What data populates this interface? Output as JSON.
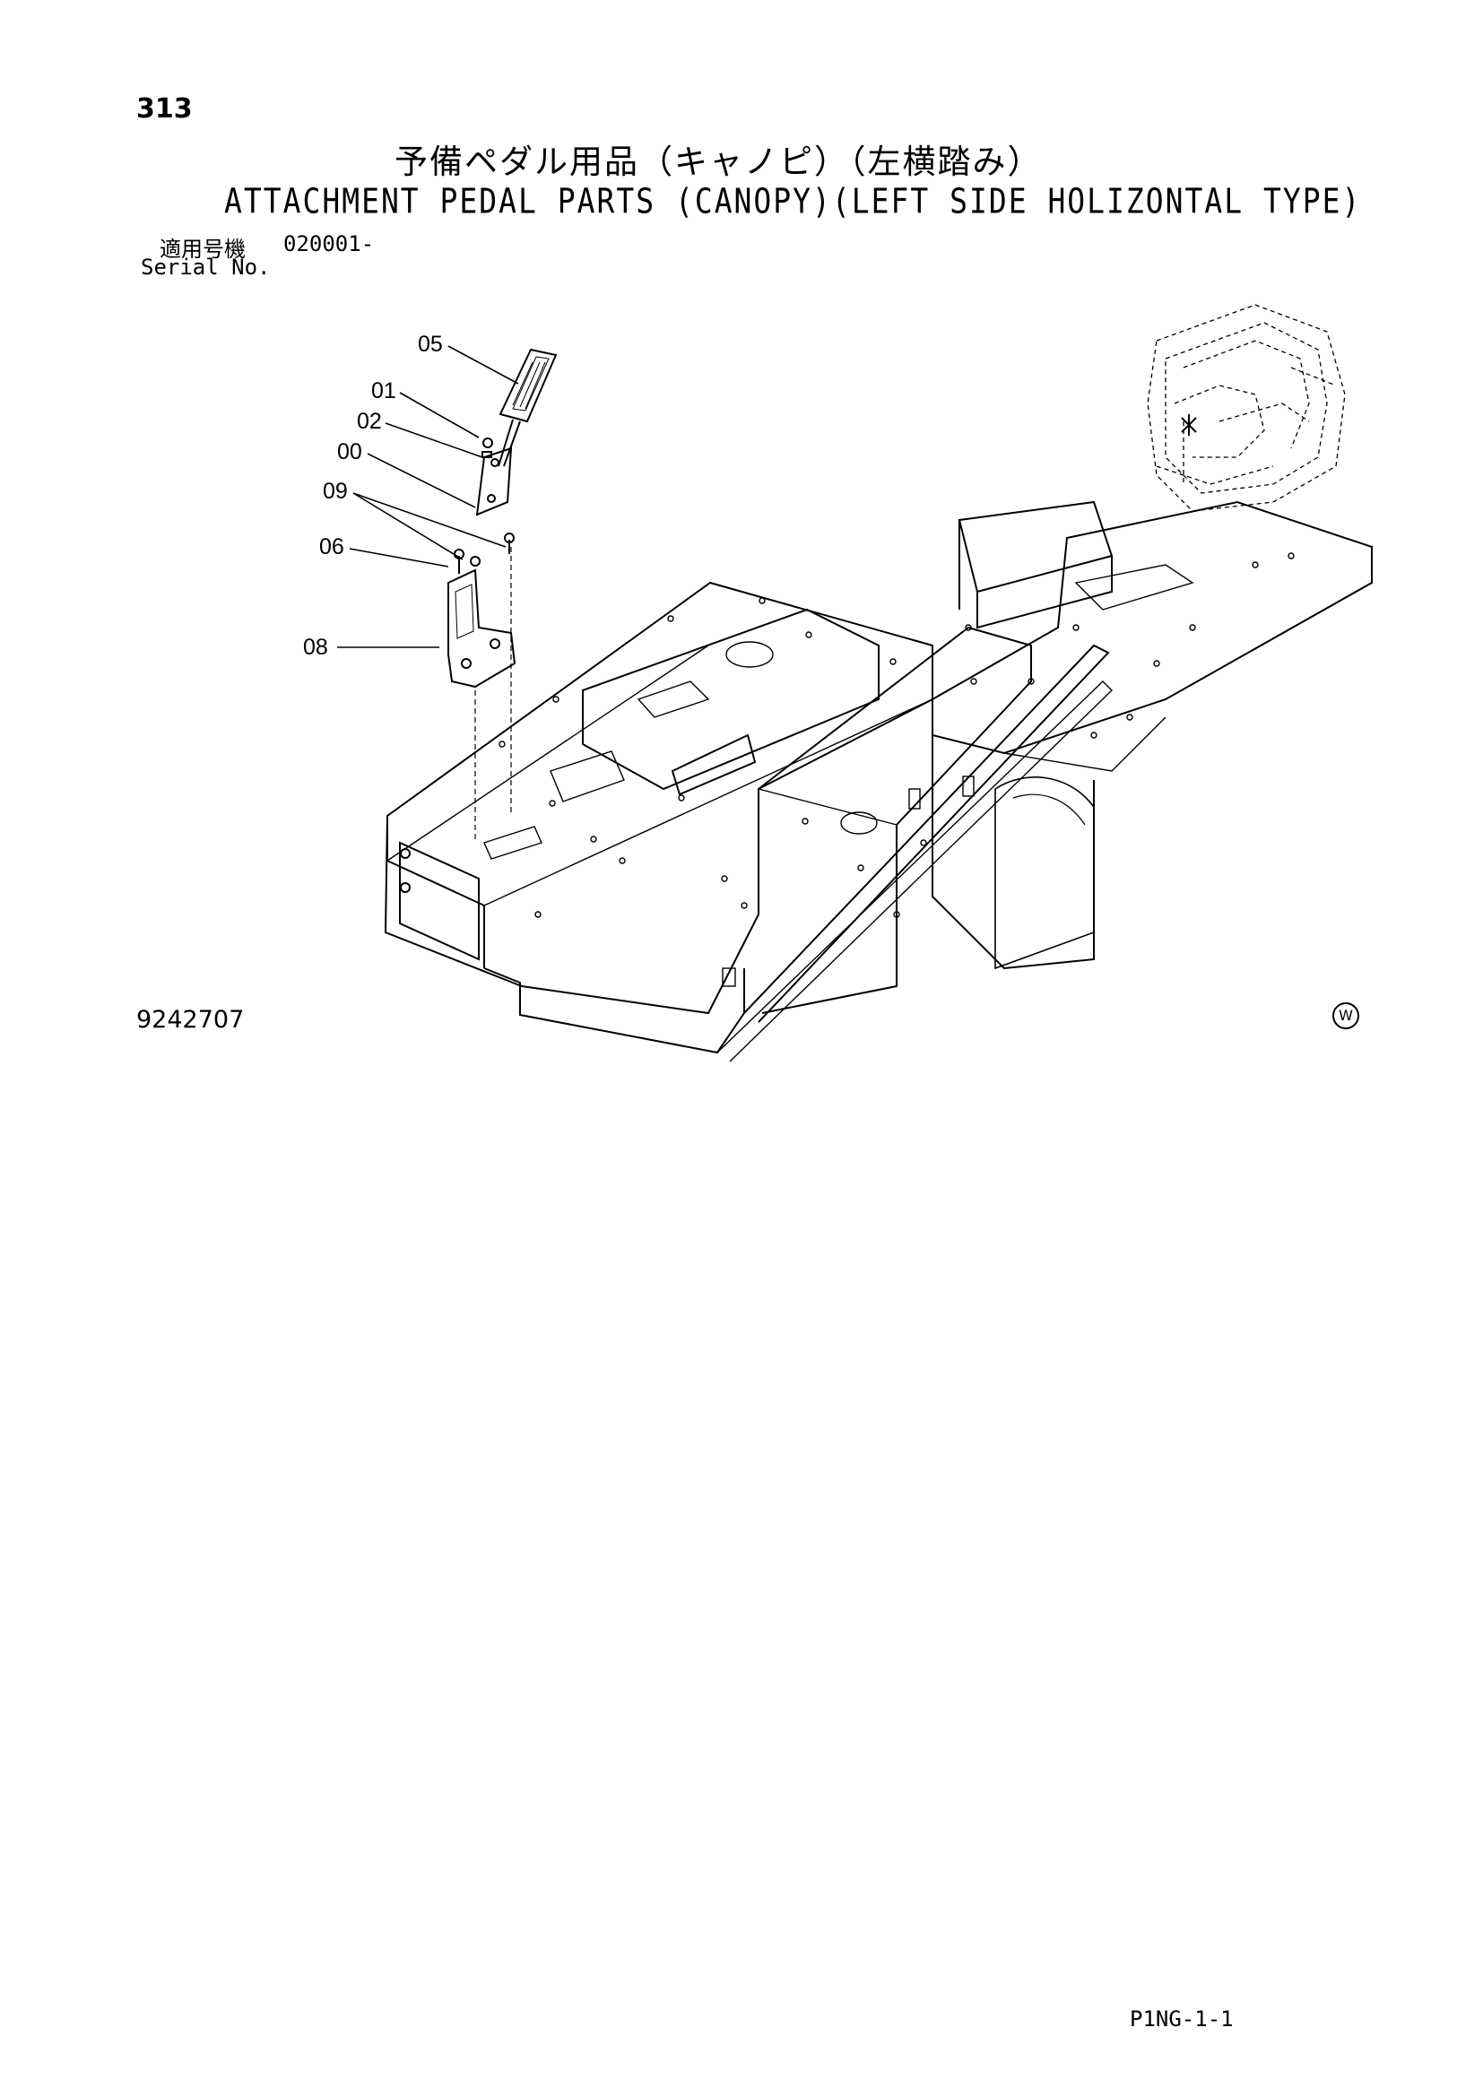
{
  "page": {
    "number": "313",
    "title_jp": "予備ペダル用品（キャノピ）（左横踏み）",
    "title_en": "ATTACHMENT PEDAL PARTS (CANOPY)(LEFT SIDE HOLIZONTAL TYPE)",
    "serial_label_jp": "適用号機",
    "serial_value": "020001-",
    "serial_label_en": "Serial No.",
    "drawing_number": "9242707",
    "w_mark": "W",
    "page_code": "P1NG-1-1"
  },
  "callouts": [
    {
      "label": "05"
    },
    {
      "label": "01"
    },
    {
      "label": "02"
    },
    {
      "label": "00"
    },
    {
      "label": "09"
    },
    {
      "label": "06"
    },
    {
      "label": "08"
    }
  ]
}
